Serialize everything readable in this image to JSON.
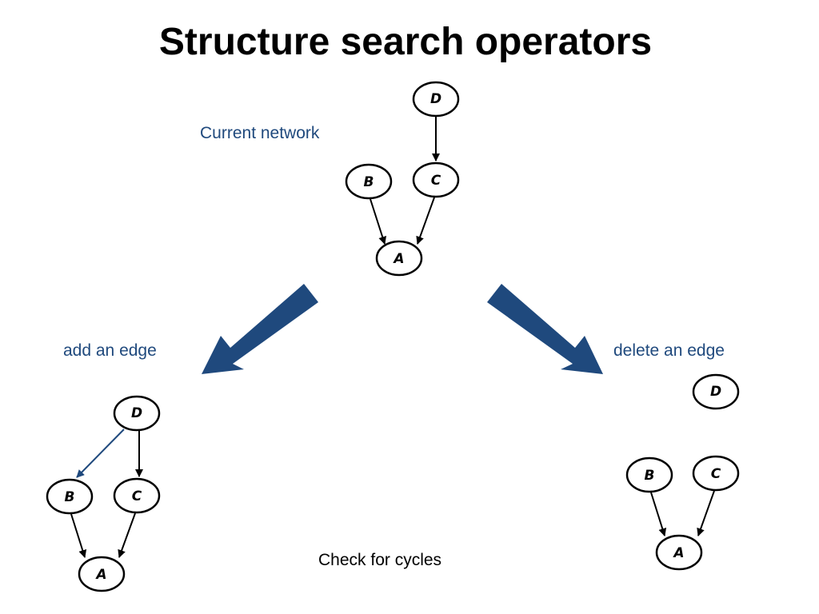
{
  "slide": {
    "title": "Structure search operators",
    "captions": {
      "current_network": "Current network",
      "add_edge": "add an edge",
      "delete_edge": "delete an edge",
      "check_cycles": "Check for cycles"
    }
  },
  "colors": {
    "accent": "#1F497D",
    "node_stroke": "#000000",
    "text": "#000000"
  },
  "graphs": {
    "current": {
      "nodes": [
        "D",
        "B",
        "C",
        "A"
      ],
      "edges": [
        [
          "D",
          "C"
        ],
        [
          "B",
          "A"
        ],
        [
          "C",
          "A"
        ]
      ]
    },
    "added": {
      "nodes": [
        "D",
        "B",
        "C",
        "A"
      ],
      "edges": [
        [
          "D",
          "C"
        ],
        [
          "D",
          "B"
        ],
        [
          "B",
          "A"
        ],
        [
          "C",
          "A"
        ]
      ],
      "new_edge": [
        "D",
        "B"
      ]
    },
    "deleted": {
      "nodes": [
        "D",
        "B",
        "C",
        "A"
      ],
      "edges": [
        [
          "B",
          "A"
        ],
        [
          "C",
          "A"
        ]
      ]
    }
  }
}
